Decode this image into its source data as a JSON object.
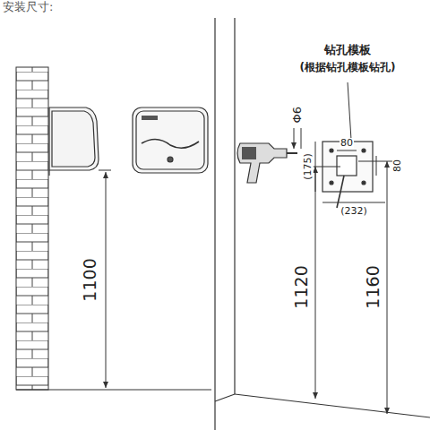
{
  "diagram": {
    "title": "安装尺寸:",
    "labels": [
      "钻孔模板",
      "(根据钻孔模板钻孔)",
      "Φ6",
      "80",
      "80",
      "(175)",
      "(232)",
      "1100",
      "1120",
      "1160"
    ]
  }
}
